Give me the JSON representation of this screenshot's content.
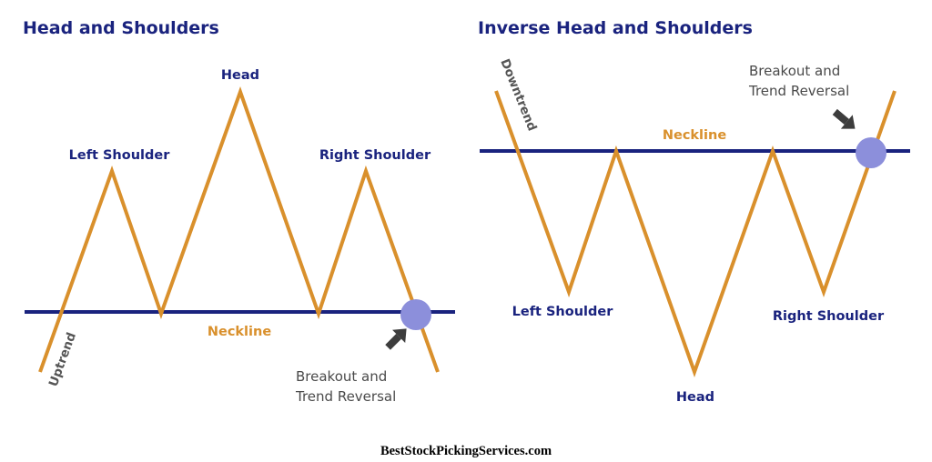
{
  "left_panel": {
    "title": "Head and Shoulders",
    "labels": {
      "left_shoulder": "Left Shoulder",
      "head": "Head",
      "right_shoulder": "Right Shoulder",
      "neckline": "Neckline",
      "trend": "Uptrend",
      "breakout_line1": "Breakout and",
      "breakout_line2": "Trend Reversal"
    }
  },
  "right_panel": {
    "title": "Inverse Head and Shoulders",
    "labels": {
      "left_shoulder": "Left Shoulder",
      "head": "Head",
      "right_shoulder": "Right Shoulder",
      "neckline": "Neckline",
      "trend": "Downtrend",
      "breakout_line1": "Breakout and",
      "breakout_line2": "Trend Reversal"
    }
  },
  "footer": {
    "text": "BestStockPickingServices.com"
  },
  "colors": {
    "price_line": "#d9902c",
    "neckline": "#1a237e",
    "breakout_dot": "#8c8fdb",
    "title": "#1a237e",
    "arrow": "#3d3d3d"
  },
  "icons": {
    "breakout_arrow": "arrow-icon",
    "breakout_marker": "circle-marker-icon"
  }
}
